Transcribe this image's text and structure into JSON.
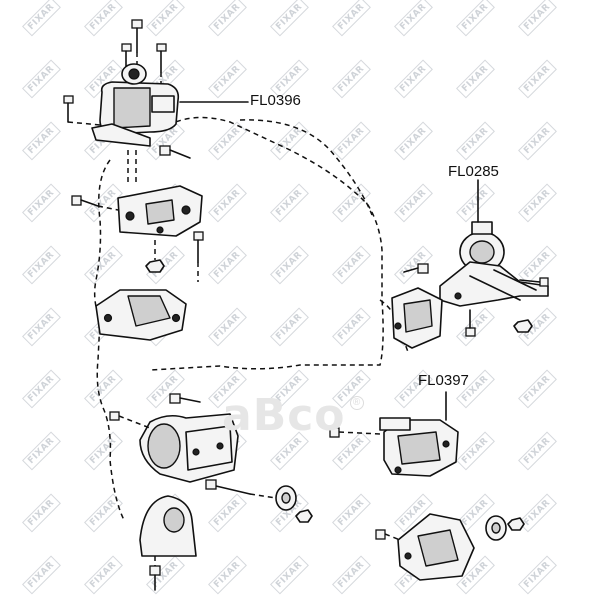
{
  "watermark": {
    "text": "FIXAR",
    "color": "#cfd3d8"
  },
  "brand": {
    "text": "aBco",
    "mark": "®"
  },
  "parts": [
    {
      "id": "fl0396",
      "label": "FL0396"
    },
    {
      "id": "fl0285",
      "label": "FL0285"
    },
    {
      "id": "fl0397",
      "label": "FL0397"
    }
  ],
  "colors": {
    "line": "#111111",
    "part_fill": "#f4f4f4",
    "shade": "#cfcfcf"
  }
}
